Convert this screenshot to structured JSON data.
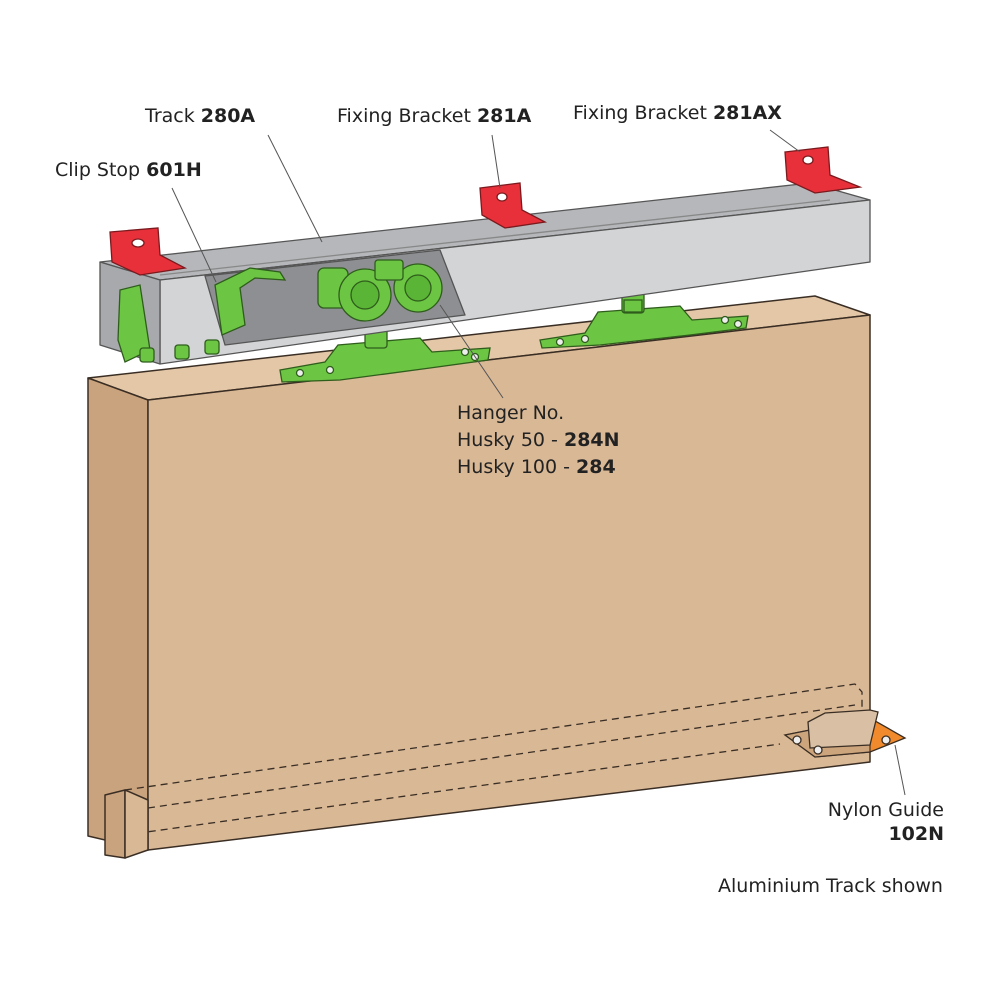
{
  "labels": {
    "track": {
      "text": "Track",
      "code": "280A"
    },
    "fixing_bracket_a": {
      "text": "Fixing Bracket",
      "code": "281A"
    },
    "fixing_bracket_ax": {
      "text": "Fixing Bracket",
      "code": "281AX"
    },
    "clip_stop": {
      "text": "Clip Stop",
      "code": "601H"
    },
    "hanger": {
      "title": "Hanger No.",
      "line1_text": "Husky 50 -",
      "line1_code": "284N",
      "line2_text": "Husky 100 -",
      "line2_code": "284"
    },
    "nylon_guide": {
      "text": "Nylon Guide",
      "code": "102N"
    },
    "note": "Aluminium Track shown"
  },
  "colors": {
    "door": "#d9b896",
    "door_dark": "#c9a27e",
    "track": "#c9cacc",
    "track_dark": "#8e8f92",
    "bracket": "#e8303a",
    "hanger": "#6cc644",
    "guide": "#f08a2c"
  }
}
